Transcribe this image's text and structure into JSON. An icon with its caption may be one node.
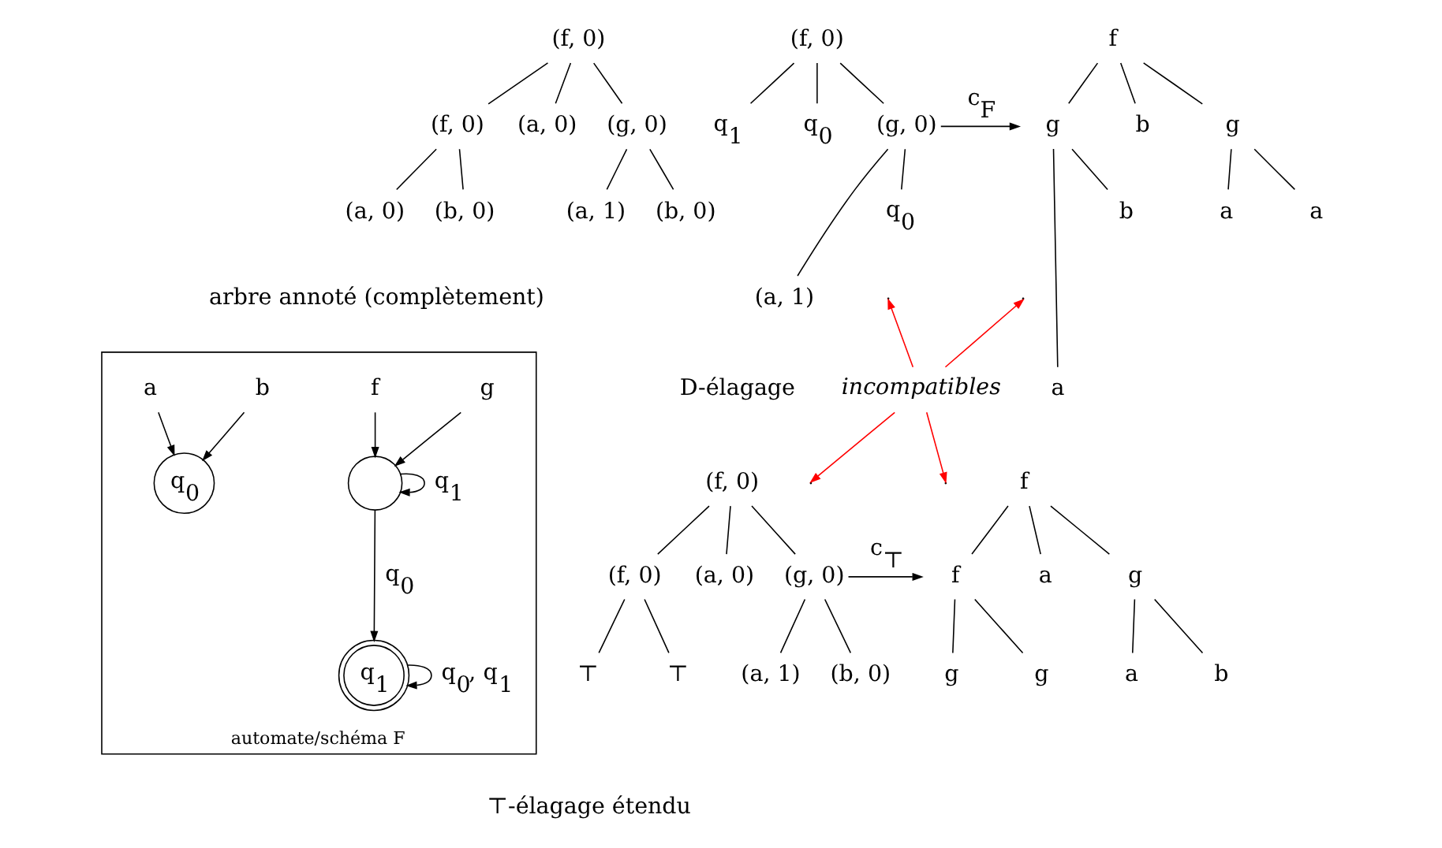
{
  "diagram": {
    "nodes": [
      {
        "text": [
          "(f, 0)"
        ]
      },
      {
        "text": [
          "(f, 0)"
        ]
      },
      {
        "text": [
          "(a, 0)"
        ]
      },
      {
        "text": [
          "(g, 0)"
        ]
      },
      {
        "text": [
          "(a, 0)"
        ]
      },
      {
        "text": [
          "(b, 0)"
        ]
      },
      {
        "text": [
          "(a, 1)"
        ]
      },
      {
        "text": [
          "(b, 0)"
        ]
      },
      {
        "text": [
          "(f, 0)"
        ]
      },
      {
        "text": [
          "q$_{1}$"
        ]
      },
      {
        "text": [
          "q$_{0}$"
        ]
      },
      {
        "text": [
          "(g, 0)"
        ]
      },
      {
        "text": [
          "(a, 1)"
        ]
      },
      {
        "text": [
          "q$_{0}$"
        ]
      },
      {
        "text": [
          "f"
        ]
      },
      {
        "text": [
          "g"
        ]
      },
      {
        "text": [
          "b"
        ]
      },
      {
        "text": [
          "g"
        ]
      },
      {
        "text": [
          "a"
        ]
      },
      {
        "text": [
          "b"
        ]
      },
      {
        "text": [
          "a"
        ]
      },
      {
        "text": [
          "a"
        ]
      },
      {
        "text": [
          "(f, 0)"
        ]
      },
      {
        "text": [
          "(f, 0)"
        ]
      },
      {
        "text": [
          "(a, 0)"
        ]
      },
      {
        "text": [
          "(g, 0)"
        ]
      },
      {
        "text": [
          "⊤"
        ]
      },
      {
        "text": [
          "⊤"
        ]
      },
      {
        "text": [
          "(a, 1)"
        ]
      },
      {
        "text": [
          "(b, 0)"
        ]
      },
      {
        "text": [
          "f"
        ]
      },
      {
        "text": [
          "f"
        ]
      },
      {
        "text": [
          "a"
        ]
      },
      {
        "text": [
          "g"
        ]
      },
      {
        "text": [
          "g"
        ]
      },
      {
        "text": [
          "g"
        ]
      },
      {
        "text": [
          "a"
        ]
      },
      {
        "text": [
          "b"
        ]
      },
      {
        "text": [
          "automate/schéma F"
        ]
      },
      {
        "text": [],
        "shape": "circle",
        "in": 38
      },
      {
        "text": [
          "q$_{1}$"
        ],
        "in": 38
      },
      {
        "text": [
          "q$_{0}$"
        ],
        "in": 38
      },
      {
        "text": [
          "f"
        ],
        "in": 38
      },
      {
        "text": [
          "g"
        ],
        "in": 38
      },
      {
        "text": [
          "a"
        ],
        "in": 38
      },
      {
        "text": [
          "b"
        ],
        "in": 38
      },
      {
        "text": [
          "incompatibles"
        ]
      }
    ],
    "edges": [
      {
        "from": 0,
        "to": 1,
        "arrow": "none"
      },
      {
        "from": 0,
        "to": 2,
        "arrow": "none"
      },
      {
        "from": 0,
        "to": 3,
        "arrow": "none"
      },
      {
        "from": 1,
        "to": 4,
        "arrow": "none"
      },
      {
        "from": 1,
        "to": 5,
        "arrow": "none"
      },
      {
        "from": 3,
        "to": 6,
        "arrow": "none"
      },
      {
        "from": 3,
        "to": 7,
        "arrow": "none"
      },
      {
        "from": 8,
        "to": 9,
        "arrow": "none"
      },
      {
        "from": 8,
        "to": 10,
        "arrow": "none"
      },
      {
        "from": 8,
        "to": 11,
        "arrow": "none"
      },
      {
        "from": 11,
        "to": 12,
        "arrow": "none"
      },
      {
        "from": 11,
        "to": 13,
        "arrow": "none"
      },
      {
        "from": 11,
        "to": 15,
        "arrow": "to",
        "label": "c$_{F}$"
      },
      {
        "from": 14,
        "to": 15,
        "arrow": "none"
      },
      {
        "from": 14,
        "to": 16,
        "arrow": "none"
      },
      {
        "from": 14,
        "to": 17,
        "arrow": "none"
      },
      {
        "from": 15,
        "to": 18,
        "arrow": "none"
      },
      {
        "from": 15,
        "to": 19,
        "arrow": "none"
      },
      {
        "from": 17,
        "to": 20,
        "arrow": "none"
      },
      {
        "from": 17,
        "to": 21,
        "arrow": "none"
      },
      {
        "from": 46,
        "to": null,
        "arrow": "to",
        "color": "#ff0000"
      },
      {
        "from": 46,
        "to": null,
        "arrow": "to",
        "color": "#ff0000"
      },
      {
        "from": 46,
        "to": null,
        "arrow": "to",
        "color": "#ff0000"
      },
      {
        "from": 46,
        "to": null,
        "arrow": "to",
        "color": "#ff0000"
      },
      {
        "from": 22,
        "to": 23,
        "arrow": "none"
      },
      {
        "from": 22,
        "to": 24,
        "arrow": "none"
      },
      {
        "from": 22,
        "to": 25,
        "arrow": "none"
      },
      {
        "from": 23,
        "to": 26,
        "arrow": "none"
      },
      {
        "from": 23,
        "to": 27,
        "arrow": "none"
      },
      {
        "from": 25,
        "to": 28,
        "arrow": "none"
      },
      {
        "from": 25,
        "to": 29,
        "arrow": "none"
      },
      {
        "from": 25,
        "to": 31,
        "arrow": "to",
        "label": "c$_{⊤}$"
      },
      {
        "from": 30,
        "to": 31,
        "arrow": "none"
      },
      {
        "from": 30,
        "to": 32,
        "arrow": "none"
      },
      {
        "from": 30,
        "to": 33,
        "arrow": "none"
      },
      {
        "from": 31,
        "to": 34,
        "arrow": "none"
      },
      {
        "from": 31,
        "to": 35,
        "arrow": "none"
      },
      {
        "from": 33,
        "to": 36,
        "arrow": "none"
      },
      {
        "from": 33,
        "to": 37,
        "arrow": "none"
      },
      {
        "from": 39,
        "to": 39,
        "arrow": "to",
        "label": "q$_{1}$"
      },
      {
        "from": 40,
        "to": 40,
        "arrow": "to",
        "label": "q$_{0}$, q$_{1}$"
      },
      {
        "from": 42,
        "to": 39,
        "arrow": "to"
      },
      {
        "from": 43,
        "to": 39,
        "arrow": "to"
      },
      {
        "from": 39,
        "to": 40,
        "arrow": "to",
        "label": "q$_{0}$"
      },
      {
        "from": 44,
        "to": 41,
        "arrow": "to"
      },
      {
        "from": 45,
        "to": 41,
        "arrow": "to"
      }
    ],
    "labels": [
      "arbre annoté (complètement)",
      "D-élagage",
      "⊤-élagage étendu"
    ]
  }
}
